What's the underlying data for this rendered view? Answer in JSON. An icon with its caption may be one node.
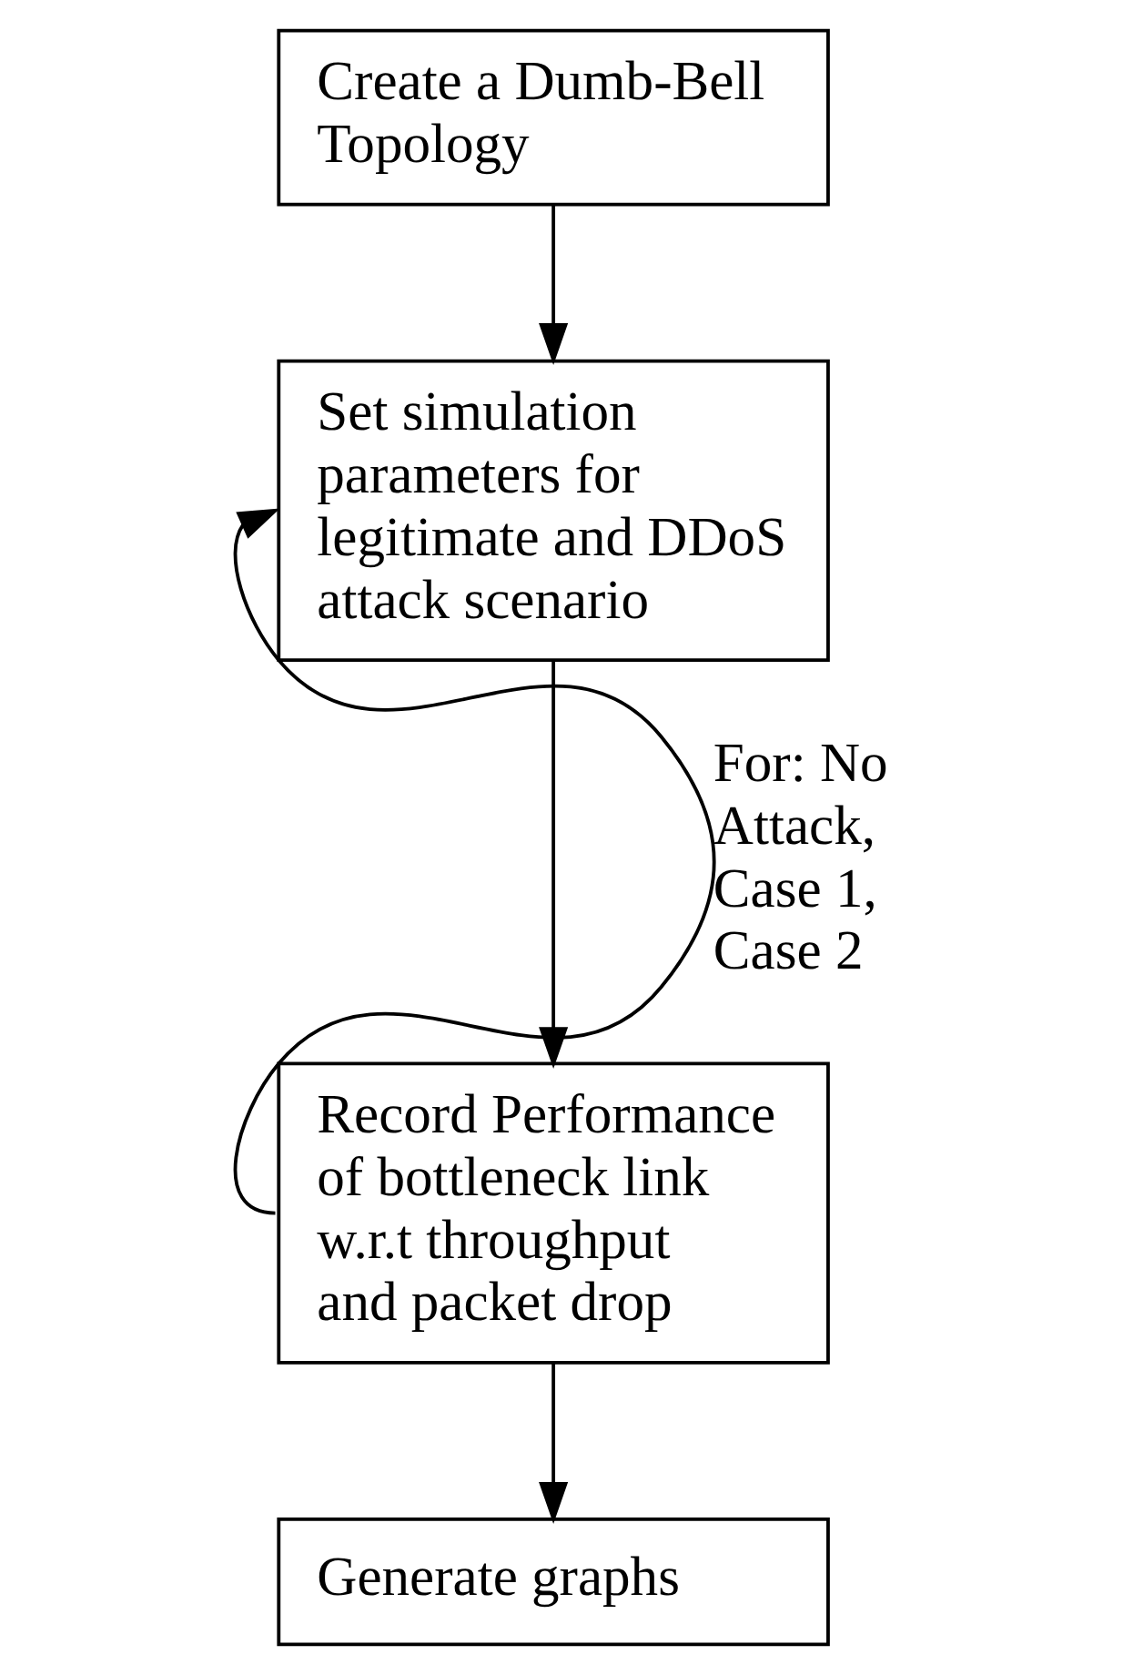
{
  "diagram": {
    "nodes": [
      {
        "text": [
          "Create a Dumb-Bell Topology"
        ]
      },
      {
        "text": [
          "Set simulation parameters for legitimate and DDoS attack scenario"
        ]
      },
      {
        "text": [
          "Record Performance of bottleneck link w.r.t throughput and packet drop"
        ]
      },
      {
        "text": [
          "Generate graphs"
        ]
      }
    ],
    "edges": [
      {
        "from": 0,
        "to": 1,
        "arrow": "to"
      },
      {
        "from": 1,
        "to": 2,
        "arrow": "to"
      },
      {
        "from": 2,
        "to": 1,
        "arrow": "to",
        "label": "For: No Attack, Case 1, Case 2"
      },
      {
        "from": 2,
        "to": 3,
        "arrow": "to"
      }
    ]
  }
}
